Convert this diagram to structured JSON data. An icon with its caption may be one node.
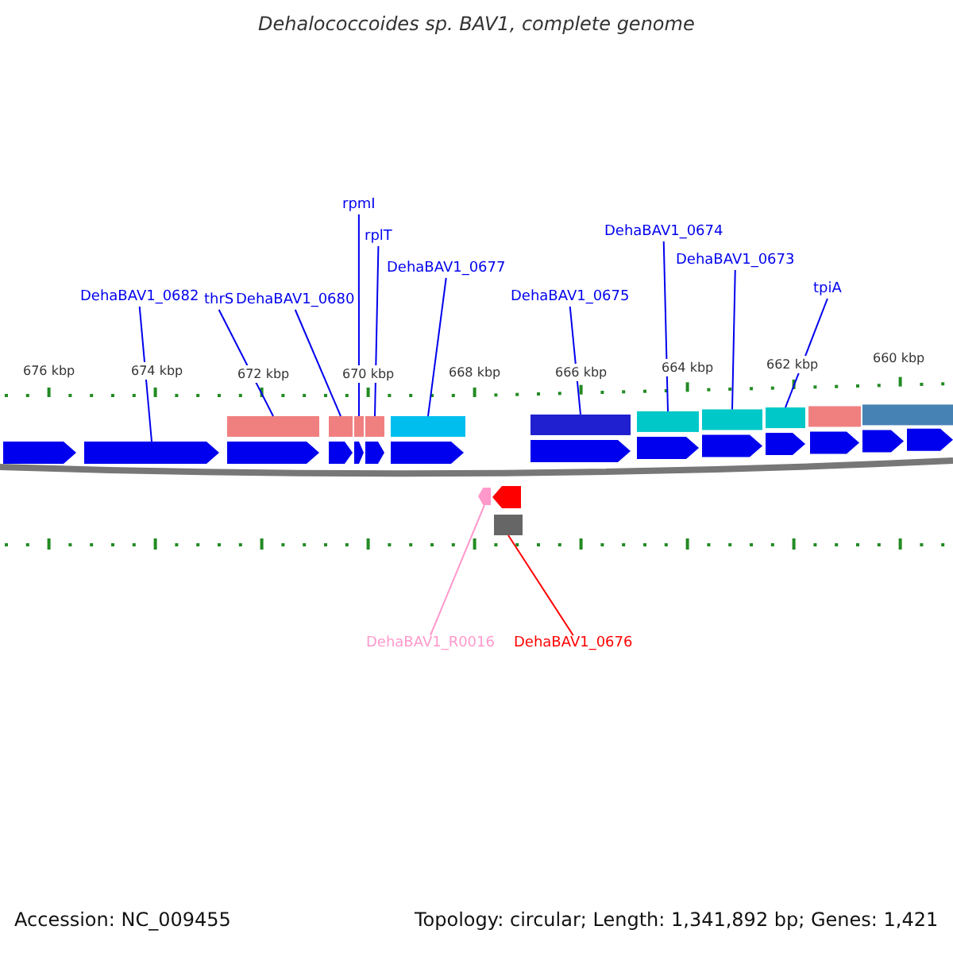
{
  "diagram": {
    "title": "Dehalococcoides sp. BAV1, complete genome",
    "nodes": [
      {
        "text": [
          "rpmI"
        ]
      },
      {
        "text": [
          "rplT"
        ]
      },
      {
        "text": [
          "DehaBAV1_0674"
        ]
      },
      {
        "text": [
          "DehaBAV1_0673"
        ]
      },
      {
        "text": [
          "DehaBAV1_0677"
        ]
      },
      {
        "text": [
          "tpiA"
        ]
      },
      {
        "text": [
          "DehaBAV1_0682"
        ]
      },
      {
        "text": [
          "DehaBAV1_0675"
        ]
      },
      {
        "text": [
          "thrS"
        ]
      },
      {
        "text": [
          "DehaBAV1_0680"
        ]
      },
      {
        "text": [
          "DehaBAV1_R0016"
        ]
      },
      {
        "text": [
          "DehaBAV1_0676"
        ]
      },
      {
        "text": [],
        "shape": "arrow"
      },
      {
        "text": [],
        "shape": "bar"
      },
      {
        "text": [],
        "shape": "bar"
      },
      {
        "text": [],
        "shape": "bar"
      },
      {
        "text": [],
        "shape": "bar"
      },
      {
        "text": [],
        "shape": "bar"
      },
      {
        "text": [],
        "shape": "arrow"
      },
      {
        "text": [],
        "shape": "bar"
      },
      {
        "text": [],
        "shape": "bar"
      },
      {
        "text": [],
        "shape": "bar"
      },
      {
        "text": [],
        "shape": "bar"
      },
      {
        "text": [],
        "shape": "bar"
      }
    ],
    "edges": [
      {
        "from": 0,
        "to": 15,
        "arrow": "none"
      },
      {
        "from": 1,
        "to": 16,
        "arrow": "none"
      },
      {
        "from": 2,
        "to": 21,
        "arrow": "none"
      },
      {
        "from": 3,
        "to": 22,
        "arrow": "none"
      },
      {
        "from": 4,
        "to": 17,
        "arrow": "none"
      },
      {
        "from": 5,
        "to": 23,
        "arrow": "none"
      },
      {
        "from": 6,
        "to": 12,
        "arrow": "none"
      },
      {
        "from": 7,
        "to": 20,
        "arrow": "none"
      },
      {
        "from": 8,
        "to": 13,
        "arrow": "none"
      },
      {
        "from": 9,
        "to": 14,
        "arrow": "none"
      },
      {
        "from": 10,
        "to": 18,
        "arrow": "none",
        "color": "#ff99cc"
      },
      {
        "from": 11,
        "to": 19,
        "arrow": "none",
        "color": "#ff0000"
      }
    ],
    "labels": [
      "676 kbp",
      "674 kbp",
      "672 kbp",
      "670 kbp",
      "668 kbp",
      "666 kbp",
      "664 kbp",
      "662 kbp",
      "660 kbp",
      "Accession: NC_009455",
      "Topology: circular; Length: 1,341,892 bp; Genes: 1,421"
    ]
  }
}
